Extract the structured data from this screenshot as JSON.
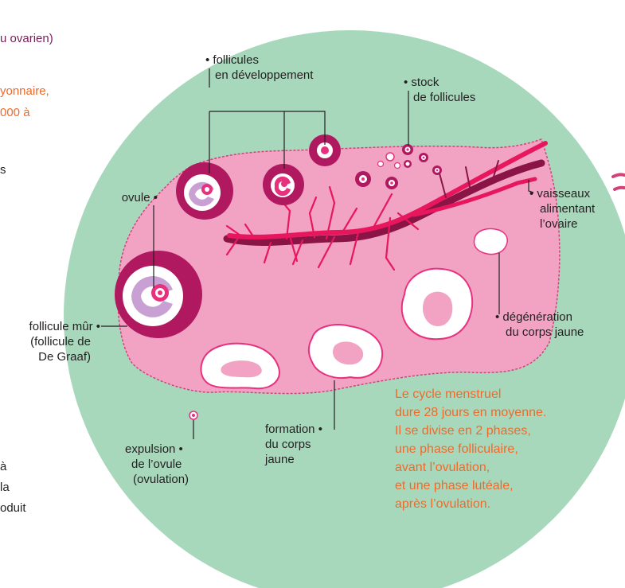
{
  "colors": {
    "circle": "#a8d8bc",
    "ovary": "#f2a3c4",
    "ovary_edge": "#d2427a",
    "follicle_dark": "#b0185f",
    "follicle_ring": "#e8317e",
    "lilac": "#c9a0d4",
    "vessel_red": "#e8175d",
    "vessel_dark": "#8a1446",
    "orange_text": "#ef6a2a",
    "purple_text": "#7a1e5a"
  },
  "cropped_left_text": {
    "line1": "u ovarien)",
    "line2": "yonnaire,",
    "line3": "000 à",
    "line4": "s",
    "line5": "à",
    "line6": "la",
    "line7": "oduit"
  },
  "labels": {
    "follicules_dev": [
      "• follicules",
      "en développement"
    ],
    "stock": [
      "• stock",
      "de follicules"
    ],
    "ovule": "ovule •",
    "vaisseaux": [
      "• vaisseaux",
      "alimentant",
      "l’ovaire"
    ],
    "follicule_mur": [
      "follicule mûr •",
      "(follicule de",
      "De Graaf)"
    ],
    "degeneration": [
      "• dégénération",
      "du corps jaune"
    ],
    "expulsion": [
      "expulsion •",
      "de l’ovule",
      "(ovulation)"
    ],
    "formation": [
      "formation •",
      "du corps",
      "jaune"
    ]
  },
  "cycle_text": [
    "Le cycle menstruel",
    "dure 28 jours en moyenne.",
    "Il se divise en 2 phases,",
    "une phase folliculaire,",
    "avant l’ovulation,",
    "et une phase lutéale,",
    "après l’ovulation."
  ]
}
